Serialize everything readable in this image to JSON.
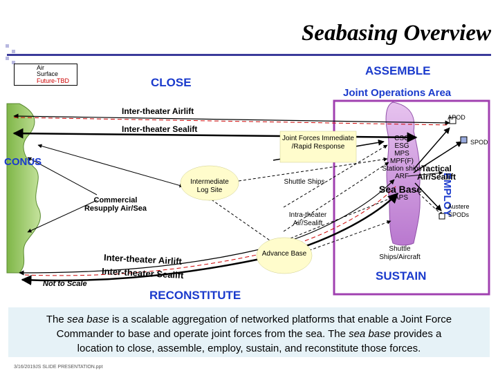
{
  "title": "Seabasing Overview",
  "legend": {
    "items": [
      {
        "label": "Air",
        "style": "solid-thin"
      },
      {
        "label": "Surface",
        "style": "solid-thick"
      },
      {
        "label": "Future-TBD",
        "style": "dashed",
        "color": "#cc0000"
      }
    ]
  },
  "phases": {
    "close": "CLOSE",
    "assemble": "ASSEMBLE",
    "employ": "EMPLOY",
    "sustain": "SUSTAIN",
    "reconstitute": "RECONSTITUTE"
  },
  "areas": {
    "joa": "Joint Operations Area",
    "conus": "CONUS",
    "not_to_scale": "Not to Scale"
  },
  "routes": {
    "airlift_top": "Inter-theater Airlift",
    "sealift_top": "Inter-theater Sealift",
    "airlift_bottom": "Inter-theater Airlift",
    "sealift_bottom": "Inter-theater Sealift",
    "commercial": "Commercial Resupply Air/Sea",
    "intra_theater": "Intra-theater Air/Sealift",
    "shuttle_ships": "Shuttle Ships",
    "shuttle_ships_aircraft": "Shuttle Ships/Aircraft",
    "tactical": "Tactical Air/Sealift"
  },
  "nodes": {
    "jfirr": "Joint Forces Immediate /Rapid Response",
    "ils": "Intermediate Log Site",
    "advance_base": "Advance Base",
    "apod": "APOD",
    "spod": "SPOD",
    "austere": "Austere SPODs",
    "sea_base_list": [
      "CSG",
      "ESG",
      "MPS",
      "MPF(F)",
      "Station ships",
      "ARF"
    ],
    "sea_base": "Sea Base",
    "aps": "APS"
  },
  "caption": {
    "lines": [
      [
        "The ",
        "sea base",
        " is a scalable aggregation of networked platforms that enable a Joint Force"
      ],
      [
        "Commander to base and operate joint forces from the sea.  The ",
        "sea base",
        " provides a"
      ],
      [
        "location to close, assemble, employ, sustain, and reconstitute those forces.",
        "",
        ""
      ]
    ]
  },
  "footer": "3/16/2019JS SLIDE PRESENTATION.ppt",
  "colors": {
    "title_bar": "#3a3a9a",
    "phase_text": "#1a3acc",
    "joa_border": "#a040b0",
    "sea_base_fill": "#cc88dd",
    "land_fill": "#99cc66",
    "node_fill": "#fffccc",
    "caption_bg": "#e6f2f7"
  }
}
